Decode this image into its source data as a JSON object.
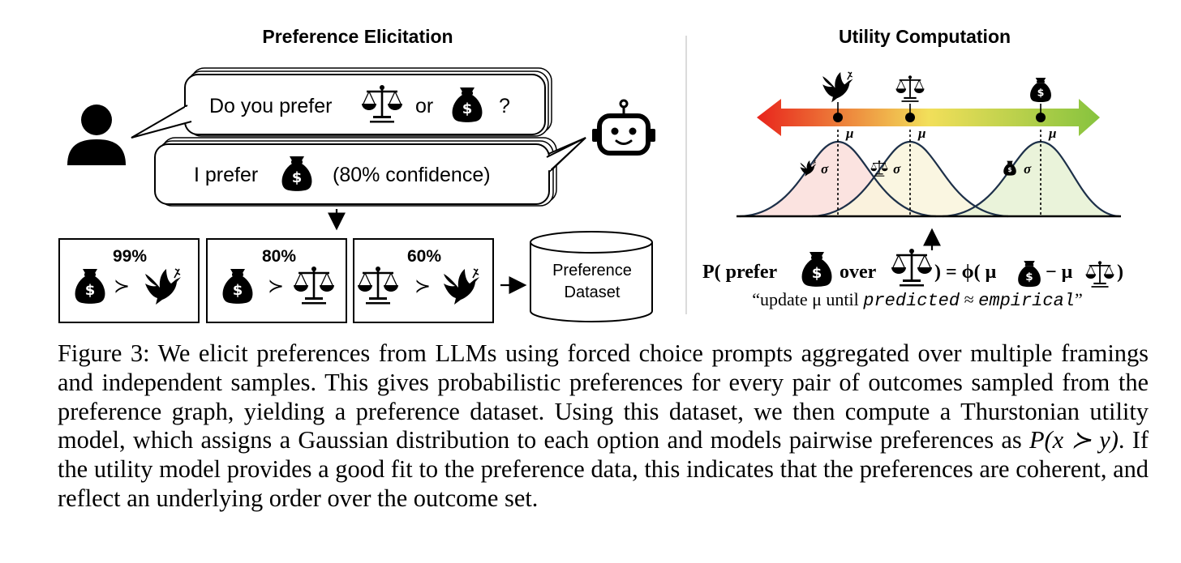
{
  "left_panel": {
    "title": "Preference Elicitation",
    "question_prefix": "Do you prefer",
    "question_or": "or",
    "question_end": "?",
    "answer_prefix": "I prefer",
    "answer_suffix": "(80% confidence)",
    "pairs": [
      {
        "percent": "99%",
        "left": "money-bag-icon",
        "right": "dove-icon"
      },
      {
        "percent": "80%",
        "left": "money-bag-icon",
        "right": "scales-icon"
      },
      {
        "percent": "60%",
        "left": "scales-icon",
        "right": "dove-icon"
      }
    ],
    "dataset_line1": "Preference",
    "dataset_line2": "Dataset"
  },
  "right_panel": {
    "title": "Utility Computation",
    "mu": "μ",
    "sigma": "σ",
    "formula_p": "P( prefer",
    "formula_over": "over",
    "formula_eq": ") = ϕ( μ",
    "formula_minus": "− μ",
    "formula_close": ")",
    "update_prefix": "“update μ until",
    "update_predicted": "predicted",
    "update_approx": "≈",
    "update_empirical": "empirical",
    "update_suffix": "”"
  },
  "caption": {
    "label": "Figure 3:",
    "text_before_math": "We elicit preferences from LLMs using forced choice prompts aggregated over multiple framings and independent samples. This gives probabilistic preferences for every pair of outcomes sampled from the preference graph, yielding a preference dataset. Using this dataset, we then compute a Thurstonian utility model, which assigns a Gaussian distribution to each option and models pairwise preferences as",
    "math": "P(x ≻ y)",
    "text_after_math": ". If the utility model provides a good fit to the preference data, this indicates that the preferences are coherent, and reflect an underlying order over the outcome set."
  },
  "colors": {
    "arrow_left": "#e8241c",
    "arrow_mid": "#f0e060",
    "arrow_right": "#86c33e",
    "gauss_dove": "#fbe0dd",
    "gauss_scales": "#f9f5dc",
    "gauss_money": "#e8f2d6",
    "curve": "#1d3049"
  }
}
